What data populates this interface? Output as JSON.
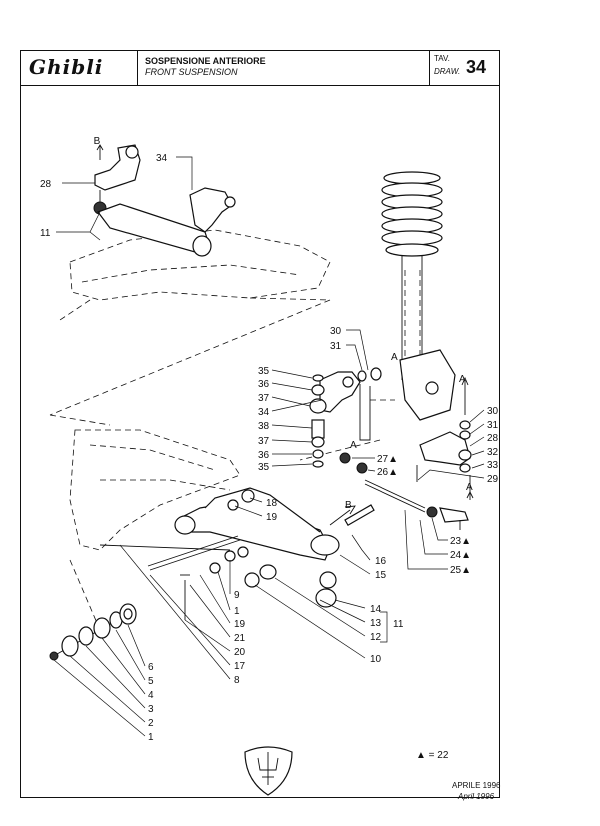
{
  "header": {
    "logo": "Ghibli",
    "title_it": "SOSPENSIONE ANTERIORE",
    "title_en": "FRONT SUSPENSION",
    "tav_label": "TAV.",
    "draw_label": "DRAW.",
    "draw_number": "34"
  },
  "footer": {
    "legend": "▲ = 22",
    "date_it": "APRILE 1996",
    "date_en": "April 1996"
  },
  "arrows": {
    "a": "A",
    "b": "B"
  },
  "callouts": {
    "c1": "1",
    "c2": "2",
    "c3": "3",
    "c4": "4",
    "c5": "5",
    "c6": "6",
    "c8": "8",
    "c9": "9",
    "c10": "10",
    "c11a": "11",
    "c11b": "11",
    "c12": "12",
    "c13": "13",
    "c14": "14",
    "c15": "15",
    "c16": "16",
    "c17": "17",
    "c18": "18",
    "c19a": "19",
    "c19b": "19",
    "c20": "20",
    "c21": "21",
    "c1b": "1",
    "c23": "23▲",
    "c24": "24▲",
    "c25": "25▲",
    "c26": "26▲",
    "c27": "27▲",
    "c28a": "28",
    "c28b": "28",
    "c29": "29",
    "c30a": "30",
    "c30b": "30",
    "c31a": "31",
    "c31b": "31",
    "c32": "32",
    "c33": "33",
    "c34a": "34",
    "c34b": "34",
    "c35a": "35",
    "c35b": "35",
    "c36a": "36",
    "c36b": "36",
    "c37a": "37",
    "c37b": "37",
    "c38": "38"
  }
}
